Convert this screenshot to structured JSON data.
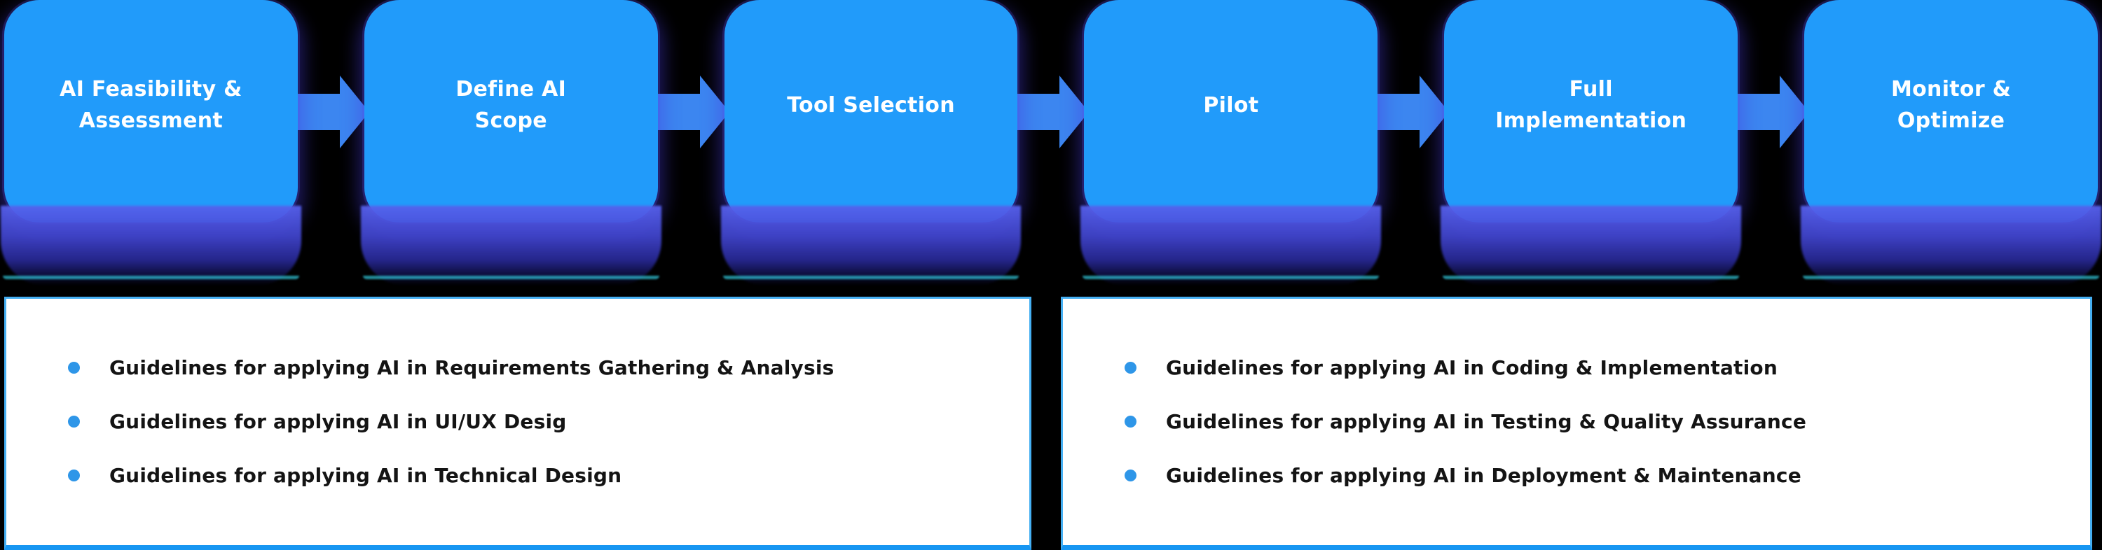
{
  "flow": {
    "boxes": [
      {
        "id": "ai-feasibility-assessment",
        "lines": [
          "AI Feasibility &",
          "Assessment"
        ]
      },
      {
        "id": "define-ai-scope",
        "lines": [
          "Define AI",
          "Scope"
        ]
      },
      {
        "id": "tool-selection",
        "lines": [
          "Tool Selection"
        ]
      },
      {
        "id": "pilot",
        "lines": [
          "Pilot"
        ]
      },
      {
        "id": "full-implementation",
        "lines": [
          "Full",
          "Implementation"
        ]
      },
      {
        "id": "monitor-optimize",
        "lines": [
          "Monitor &",
          "Optimize"
        ]
      }
    ],
    "arrow_icon": "right-arrow"
  },
  "panels": [
    {
      "items": [
        "Guidelines for applying AI in Requirements Gathering & Analysis",
        "Guidelines for applying AI in UI/UX Desig",
        "Guidelines for applying AI in Technical Design"
      ]
    },
    {
      "items": [
        "Guidelines for applying AI in Coding & Implementation",
        "Guidelines for applying AI in Testing & Quality Assurance",
        "Guidelines for applying AI in Deployment & Maintenance"
      ]
    }
  ],
  "colors": {
    "background": "#000000",
    "box_blue": "#219bfa",
    "box_text": "#ffffff",
    "arrow_blue": "#3c86f0",
    "glitch_purple": "#4547cf",
    "glitch_cyan": "#35d6ea",
    "panel_bg": "#ffffff",
    "panel_border": "#45aff2",
    "panel_bottom_border": "#1796f2",
    "bullet_blue": "#2e96e8",
    "text_dark": "#141414"
  }
}
